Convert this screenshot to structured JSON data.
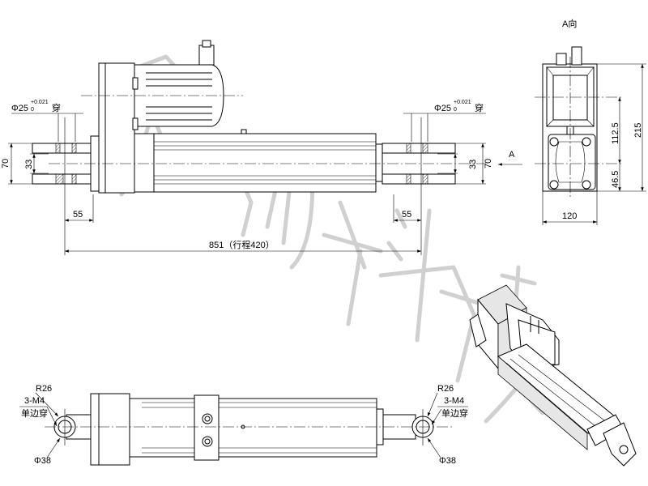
{
  "top_view": {
    "bore_left": {
      "dia": "Φ25",
      "tol_upper": "+0.021",
      "tol_lower": "0",
      "note": "穿"
    },
    "bore_right": {
      "dia": "Φ25",
      "tol_upper": "+0.021",
      "tol_lower": "0",
      "note": "穿"
    },
    "dim_70_left": "70",
    "dim_33_left": "33",
    "dim_70_right": "70",
    "dim_33_right": "33",
    "dim_55_left": "55",
    "dim_55_right": "55",
    "overall_length": "851（行程420）"
  },
  "end_view": {
    "title": "A向",
    "arrow_label": "A",
    "dim_112_5": "112.5",
    "dim_46_5": "46.5",
    "dim_215": "215",
    "dim_120": "120"
  },
  "bottom_view": {
    "left": {
      "radius": "R26",
      "thread": "3-M4",
      "thread_note": "单边穿",
      "dia": "Φ38"
    },
    "right": {
      "radius": "R26",
      "thread": "3-M4",
      "thread_note": "单边穿",
      "dia": "Φ38"
    }
  },
  "watermark": "冠创科技"
}
